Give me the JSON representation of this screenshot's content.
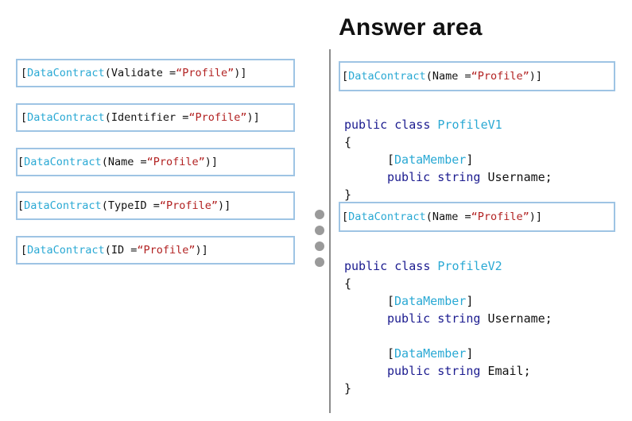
{
  "title": "Answer area",
  "options": [
    {
      "prefix": "[",
      "attr": "DataContract",
      "open": "(",
      "param": "Validate = ",
      "value": "“Profile”",
      "close": ")]"
    },
    {
      "prefix": "[",
      "attr": "DataContract",
      "open": "(",
      "param": "Identifier = ",
      "value": "“Profile”",
      "close": ")]"
    },
    {
      "prefix": "[",
      "attr": "DataContract",
      "open": "(",
      "param": "Name = ",
      "value": "“Profile”",
      "close": ")]"
    },
    {
      "prefix": "[",
      "attr": "DataContract",
      "open": "(",
      "param": "TypeID = ",
      "value": "“Profile”",
      "close": ")]"
    },
    {
      "prefix": "[",
      "attr": "DataContract",
      "open": "(",
      "param": "ID = ",
      "value": "“Profile”",
      "close": ")]"
    }
  ],
  "slots": [
    {
      "prefix": "[",
      "attr": "DataContract",
      "open": "(",
      "param": "Name = ",
      "value": "“Profile”",
      "close": ")]"
    },
    {
      "prefix": "[",
      "attr": "DataContract",
      "open": "(",
      "param": "Name = ",
      "value": "“Profile”",
      "close": ")]"
    }
  ],
  "code1": {
    "kw_public": "public",
    "kw_class": "class",
    "class_name": "ProfileV1",
    "open_brace": "{",
    "member_open": "[",
    "member_attr": "DataMember",
    "member_close": "]",
    "kw_public2": "public",
    "kw_string": "string",
    "field": "Username;",
    "close_brace": "}"
  },
  "code2": {
    "kw_public": "public",
    "kw_class": "class",
    "class_name": "ProfileV2",
    "open_brace": "{",
    "m1_open": "[",
    "m1_attr": "DataMember",
    "m1_close": "]",
    "m1_public": "public",
    "m1_string": "string",
    "m1_field": "Username;",
    "m2_open": "[",
    "m2_attr": "DataMember",
    "m2_close": "]",
    "m2_public": "public",
    "m2_string": "string",
    "m2_field": "Email;",
    "close_brace": "}"
  }
}
